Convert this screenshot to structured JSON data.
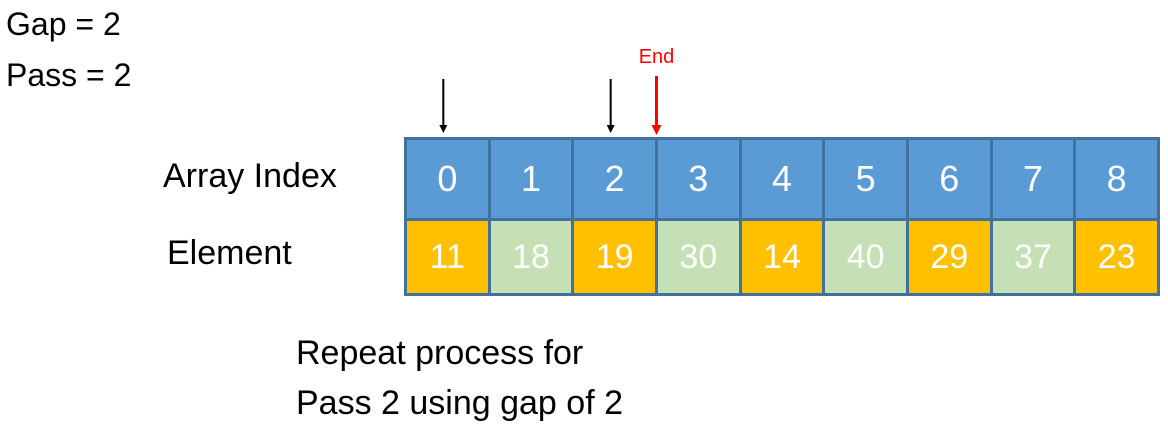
{
  "gap_text": "Gap = 2",
  "pass_text": "Pass = 2",
  "index_label": "Array Index",
  "element_label": "Element",
  "indices": [
    "0",
    "1",
    "2",
    "3",
    "4",
    "5",
    "6",
    "7",
    "8"
  ],
  "elements": [
    "11",
    "18",
    "19",
    "30",
    "14",
    "40",
    "29",
    "37",
    "23"
  ],
  "highlight_pattern": [
    "orange",
    "green",
    "orange",
    "green",
    "orange",
    "green",
    "orange",
    "green",
    "orange"
  ],
  "colors": {
    "index_fill": "#5b9bd5",
    "border": "#41719c",
    "orange": "#ffc000",
    "green": "#c5e0b4",
    "pointer": "#000000",
    "end_pointer": "#ff0000"
  },
  "pointers": {
    "black_at_indices": [
      0,
      2
    ],
    "end_at_boundary_after_index": 2,
    "end_label": "End"
  },
  "caption": {
    "line1": "Repeat process for",
    "line2": "Pass 2 using gap of 2"
  }
}
